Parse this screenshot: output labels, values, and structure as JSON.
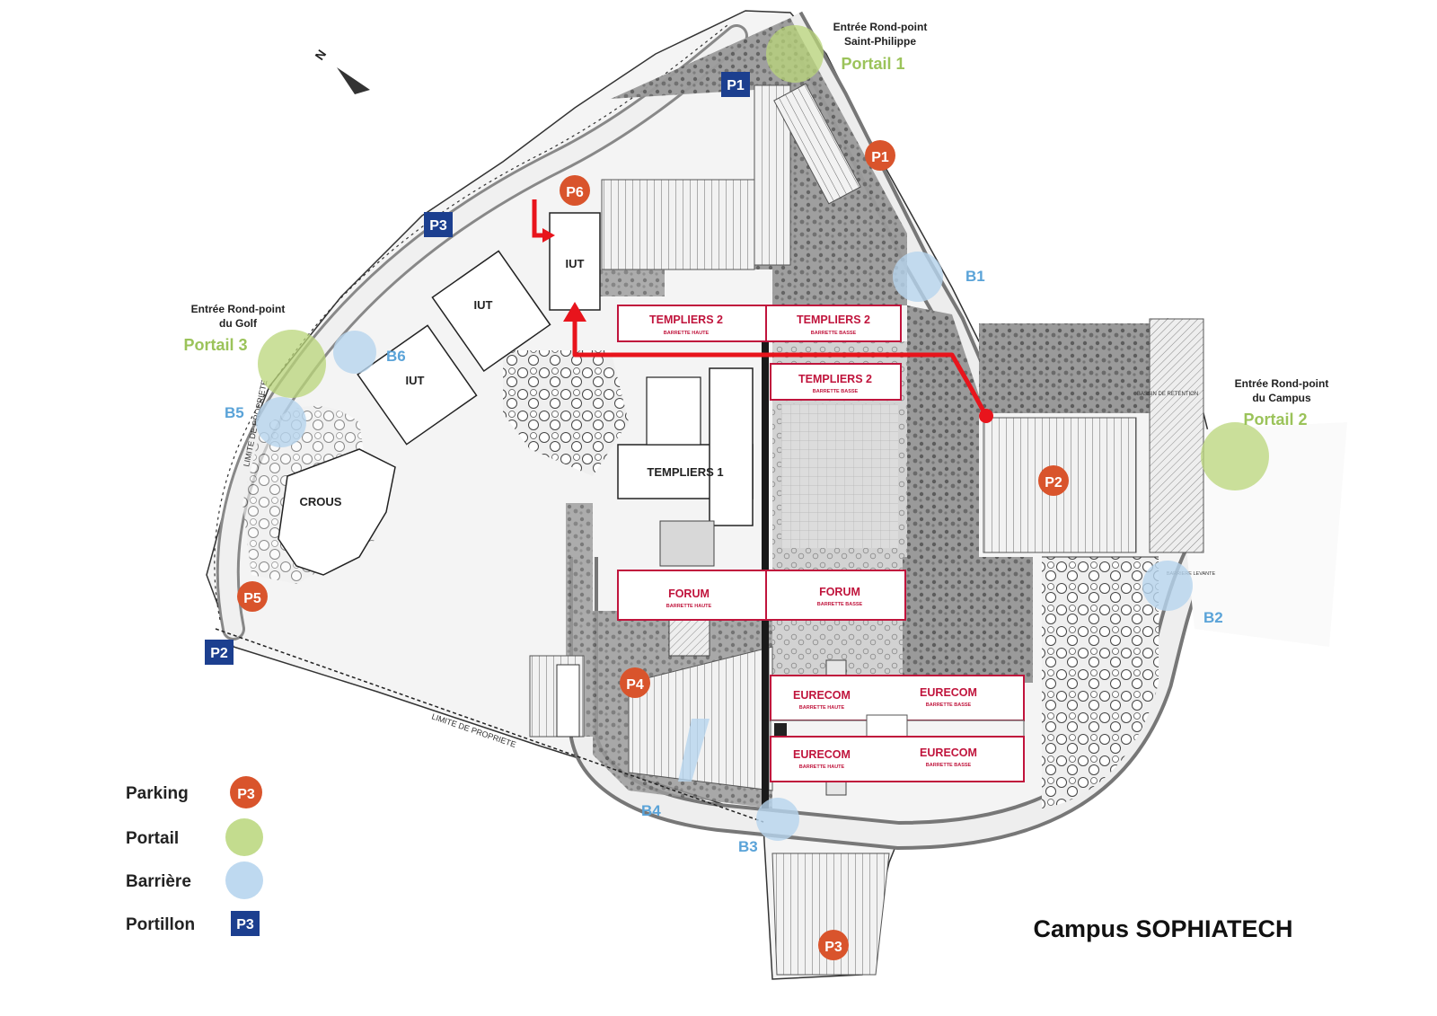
{
  "map": {
    "title": "Campus SOPHIATECH",
    "north": "N",
    "colors": {
      "parking": "#d9542c",
      "portail": "#b9d67a",
      "barriere": "#b7d5ee",
      "portillon": "#1c3f8f",
      "building_red": "#c0143c",
      "route": "#e8141c",
      "blue_text": "#5aa3d8",
      "green_text": "#9bc35a"
    },
    "entries": [
      {
        "line1": "Entrée Rond-point",
        "line2": "Saint-Philippe",
        "portail": "Portail 1"
      },
      {
        "line1": "Entrée Rond-point",
        "line2": "du Golf",
        "portail": "Portail 3"
      },
      {
        "line1": "Entrée Rond-point",
        "line2": "du Campus",
        "portail": "Portail 2"
      }
    ],
    "buildings": {
      "iut_a": "IUT",
      "iut_b": "IUT",
      "iut_c": "IUT",
      "crous": "CROUS",
      "templiers1": "TEMPLIERS 1"
    },
    "red_buildings": [
      {
        "title": "TEMPLIERS 2",
        "sub": "BARRETTE HAUTE"
      },
      {
        "title": "TEMPLIERS 2",
        "sub": "BARRETTE BASSE"
      },
      {
        "title": "TEMPLIERS 2",
        "sub": "BARRETTE BASSE"
      },
      {
        "title": "FORUM",
        "sub": "BARRETTE HAUTE"
      },
      {
        "title": "FORUM",
        "sub": "BARRETTE BASSE"
      },
      {
        "title": "EURECOM",
        "sub": "BARRETTE HAUTE"
      },
      {
        "title": "EURECOM",
        "sub": "BARRETTE BASSE"
      },
      {
        "title": "EURECOM",
        "sub": "BARRETTE HAUTE"
      },
      {
        "title": "EURECOM",
        "sub": "BARRETTE BASSE"
      }
    ],
    "parkings": [
      "P1",
      "P2",
      "P3",
      "P4",
      "P5",
      "P6"
    ],
    "barrieres": [
      "B1",
      "B2",
      "B3",
      "B4",
      "B5",
      "B6"
    ],
    "portillons": [
      "P1",
      "P2",
      "P3"
    ],
    "small_labels": {
      "bassin": "BASSIN DE RETENTION",
      "limite1": "LIMITE DE PROPRIETE",
      "limite2": "LIMITE DE PROPRIETE",
      "barriere_levante": "BARRIERE LEVANTE"
    },
    "legend": [
      {
        "label": "Parking",
        "marker": "P3",
        "kind": "parking"
      },
      {
        "label": "Portail",
        "marker": "",
        "kind": "portail"
      },
      {
        "label": "Barrière",
        "marker": "",
        "kind": "barriere"
      },
      {
        "label": "Portillon",
        "marker": "P3",
        "kind": "portillon"
      }
    ]
  }
}
